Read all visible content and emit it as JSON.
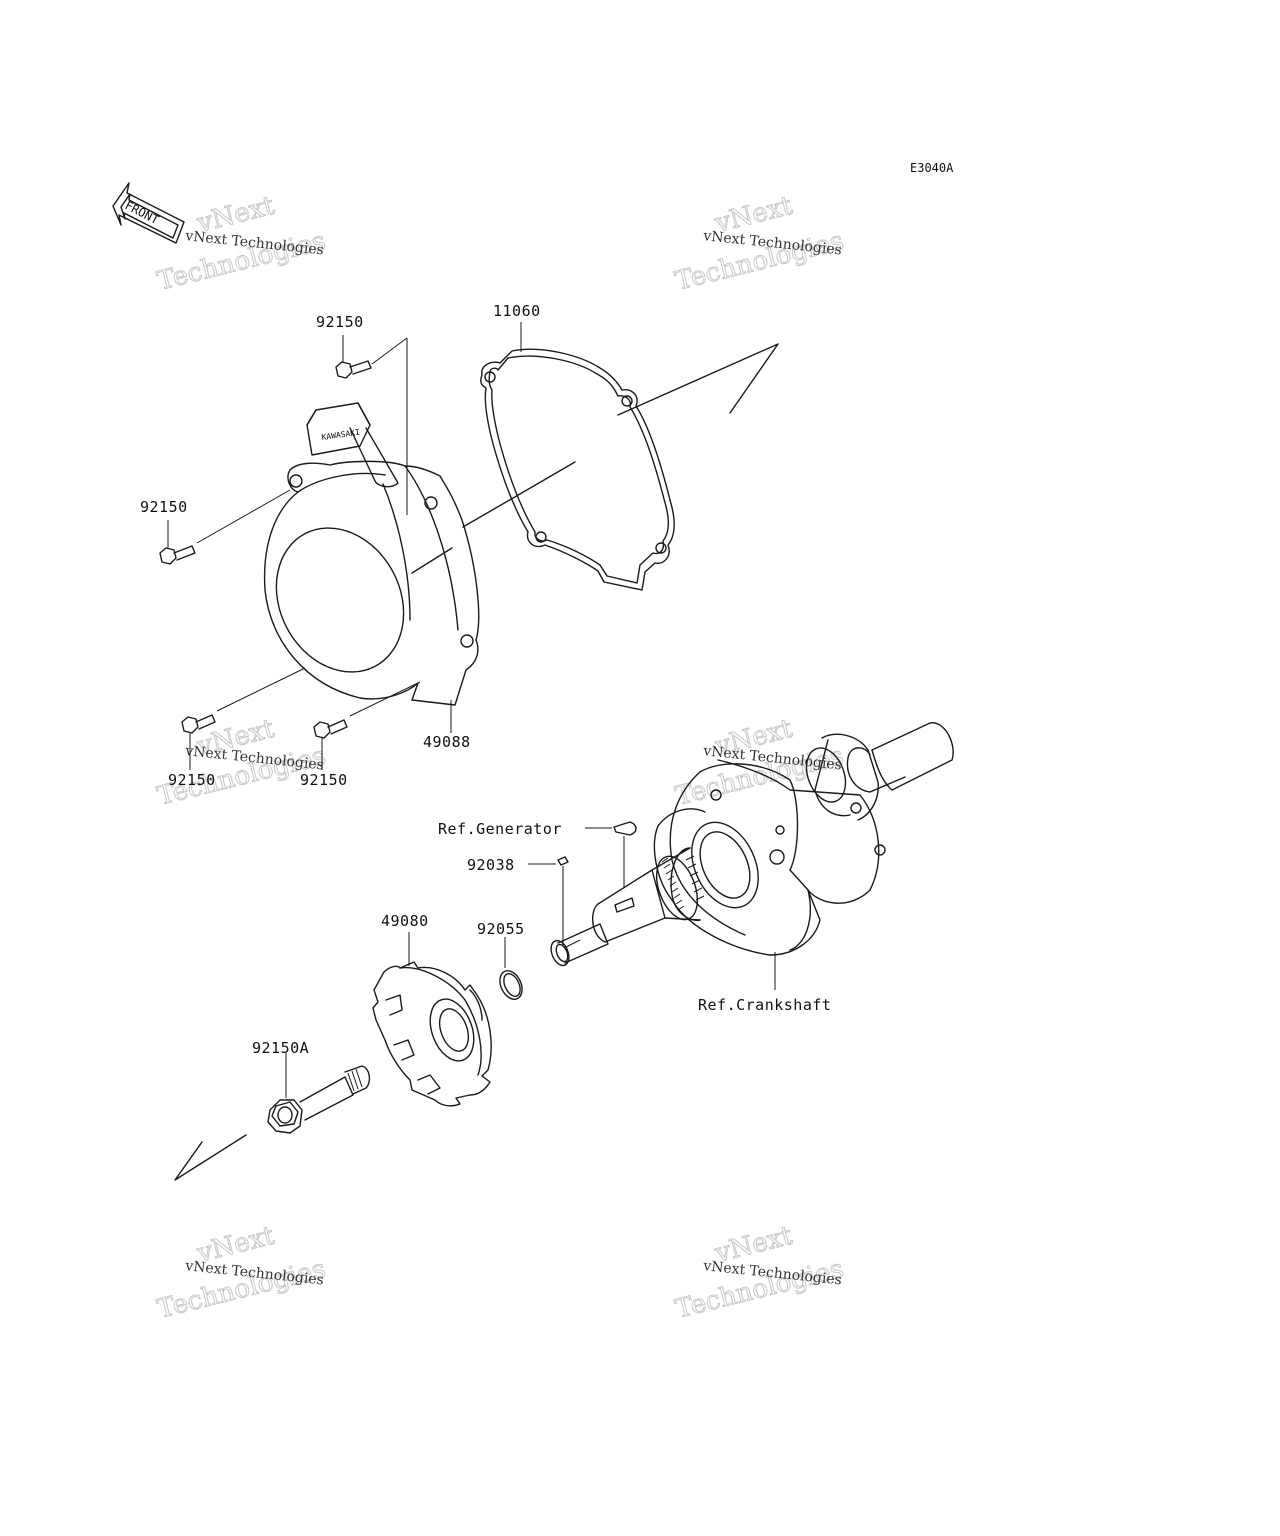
{
  "diagram_code": "E3040A",
  "front_label": "FRONT",
  "callouts": {
    "p11060": "11060",
    "p92150_top": "92150",
    "p92150_left": "92150",
    "p92150_bl": "92150",
    "p92150_br": "92150",
    "p49088": "49088",
    "p49080": "49080",
    "p92055": "92055",
    "p92038": "92038",
    "p92150A": "92150A",
    "ref_generator": "Ref.Generator",
    "ref_crankshaft": "Ref.Crankshaft"
  },
  "watermark": {
    "line1": "vNext",
    "line2": "Technologies",
    "small": "vNext Technologies"
  }
}
